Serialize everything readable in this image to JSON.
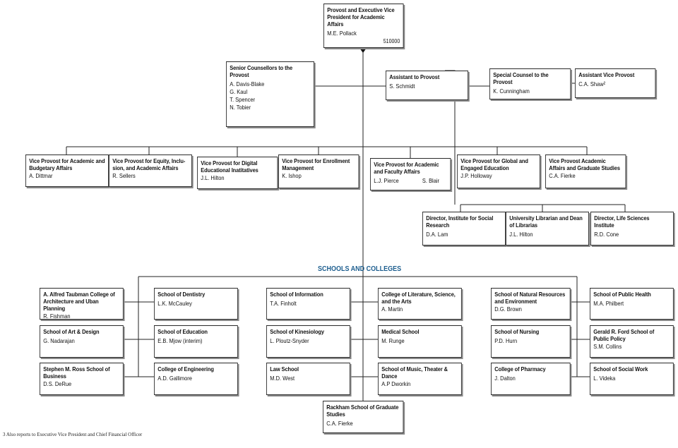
{
  "provost": {
    "title": "Provost and Executive Vice President for Academic Affairs",
    "people": [
      "M.E. Pollack"
    ],
    "code": "510000"
  },
  "staff": [
    {
      "id": "senior-counsellors",
      "title": "Senior Counsellors to the Provost",
      "people": [
        "A. Davis-Blake",
        "G. Kaul",
        "T. Spencer",
        "N. Tobier"
      ]
    },
    {
      "id": "assistant-to-provost",
      "title": "Assistant to Provost",
      "people": [
        "S. Schmidt"
      ]
    },
    {
      "id": "special-counsel",
      "title": "Special Counsel to the Provost",
      "people": [
        "K. Cunningham"
      ]
    },
    {
      "id": "assistant-vice-provost",
      "title": "Assistant Vice Provost",
      "people": [
        "C.A. Shaw²"
      ]
    }
  ],
  "vice_provosts": [
    {
      "id": "academic-budgetary",
      "title": "Vice Provost for Academic and Budgetary Affairs",
      "people": [
        "A. Dittmar"
      ]
    },
    {
      "id": "equity-inclusion",
      "title": "Vice Provost for Equity, Inclu-sion, and Academic Affairs",
      "people": [
        "R. Sellers"
      ]
    },
    {
      "id": "digital-education",
      "title": "Vice Provost for  Digital Educational Inatitatives",
      "people": [
        "J.L. Hilton"
      ]
    },
    {
      "id": "enrollment",
      "title": "Vice Provost for Enrollment Management",
      "people": [
        "K. Ishop"
      ]
    },
    {
      "id": "academic-faculty",
      "title": "Vice Provost for Academic and Faculty Affairs",
      "people": [
        "L.J. Pierce",
        "S. Blair"
      ]
    },
    {
      "id": "global-engaged",
      "title": "Vice Provost for Global and Engaged Education",
      "people": [
        "J.P. Holloway"
      ]
    },
    {
      "id": "graduate-studies",
      "title": "Vice Provost Academic Affairs and Graduate Studies",
      "people": [
        "C.A. Fierke"
      ]
    }
  ],
  "directors": [
    {
      "id": "social-research",
      "title": "Director, Institute for Social Research",
      "people": [
        "D.A. Lam"
      ]
    },
    {
      "id": "librarian",
      "title": "University Librarian and Dean of Librarias",
      "people": [
        "J.L. Hilton"
      ]
    },
    {
      "id": "life-sciences",
      "title": "Director, Life Sciences Institute",
      "people": [
        "R.D. Cone"
      ]
    }
  ],
  "schools_heading": "SCHOOLS AND COLLEGES",
  "schools": [
    {
      "id": "architecture",
      "title": "A. Alfred Taubman College of Architecture and Uban Planning",
      "people": [
        "R. Fishman"
      ]
    },
    {
      "id": "art-design",
      "title": "School of Art & Design",
      "people": [
        "G. Nadarajan"
      ]
    },
    {
      "id": "business",
      "title": "Stephen M. Ross School of Business",
      "people": [
        "D.S. DeRue"
      ]
    },
    {
      "id": "dentistry",
      "title": "School of Dentistry",
      "people": [
        "L.K. McCauley"
      ]
    },
    {
      "id": "education",
      "title": "School of Education",
      "people": [
        "E.B. Mjow (interim)"
      ]
    },
    {
      "id": "engineering",
      "title": "College of Engineering",
      "people": [
        "A.D. Gallimore"
      ]
    },
    {
      "id": "information",
      "title": "School of Information",
      "people": [
        "T.A. Finholt"
      ]
    },
    {
      "id": "kinesiology",
      "title": "School of Kinesiology",
      "people": [
        "L. Ploutz-Snyder"
      ]
    },
    {
      "id": "law",
      "title": "Law School",
      "people": [
        "M.D. West"
      ]
    },
    {
      "id": "lsa",
      "title": "College of Literature, Science, and the Arts",
      "people": [
        "A. Martin"
      ]
    },
    {
      "id": "medical",
      "title": "Medical School",
      "people": [
        "M. Runge"
      ]
    },
    {
      "id": "music",
      "title": "School of Music, Theater & Dance",
      "people": [
        "A.P Dworkin"
      ]
    },
    {
      "id": "rackham",
      "title": "Rackham School of Graduate Studies",
      "people": [
        "C.A. Fierke"
      ]
    },
    {
      "id": "natural-resources",
      "title": "School of Natural Resources and Environment",
      "people": [
        "D.G. Brown"
      ]
    },
    {
      "id": "nursing",
      "title": "School of Nursing",
      "people": [
        "P.D. Hurn"
      ]
    },
    {
      "id": "pharmacy",
      "title": "College of Pharmacy",
      "people": [
        "J. Dalton"
      ]
    },
    {
      "id": "public-health",
      "title": "School of Public Health",
      "people": [
        "M.A. Philbert"
      ]
    },
    {
      "id": "public-policy",
      "title": "Gerald R. Ford School of Public Policy",
      "people": [
        "S.M. Collins"
      ]
    },
    {
      "id": "social-work",
      "title": "School of Social Work",
      "people": [
        "L. Videka"
      ]
    }
  ],
  "footnote": "3 Also reports to Executive Vice President and Chief Financial Officer"
}
